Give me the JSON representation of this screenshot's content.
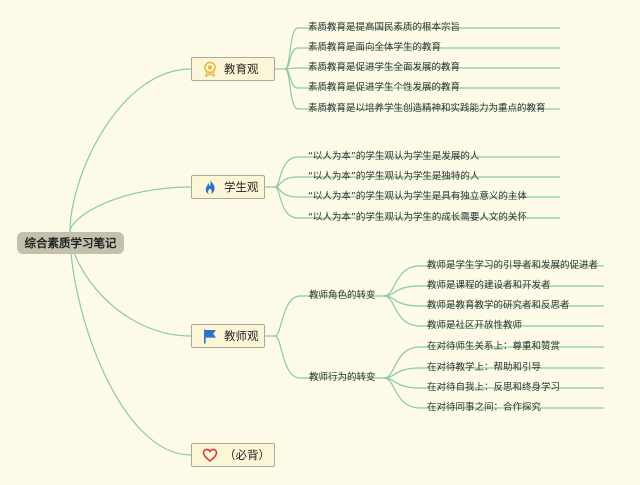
{
  "root": {
    "label": "综合素质学习笔记"
  },
  "branches": [
    {
      "label": "教育观",
      "icon": "award-badge-icon",
      "items": [
        "素质教育是提高国民素质的根本宗旨",
        "素质教育是面向全体学生的教育",
        "素质教育是促进学生全面发展的教育",
        "素质教育是促进学生个性发展的教育",
        "素质教育是以培养学生创造精神和实践能力为重点的教育"
      ]
    },
    {
      "label": "学生观",
      "icon": "flame-icon",
      "items": [
        "“以人为本”的学生观认为学生是发展的人",
        "“以人为本”的学生观认为学生是独特的人",
        "“以人为本”的学生观认为学生是具有独立意义的主体",
        "“以人为本”的学生观认为学生的成长需要人文的关怀"
      ]
    },
    {
      "label": "教师观",
      "icon": "flag-icon",
      "subgroups": [
        {
          "label": "教师角色的转变",
          "items": [
            "教师是学生学习的引导者和发展的促进者",
            "教师是课程的建设者和开发者",
            "教师是教育教学的研究者和反思者",
            "教师是社区开放性教师"
          ]
        },
        {
          "label": "教师行为的转变",
          "items": [
            "在对待师生关系上：尊重和赞赏",
            "在对待教学上：帮助和引导",
            "在对待自我上：反思和终身学习",
            "在对待同事之间：合作探究"
          ]
        }
      ]
    },
    {
      "label": "（必背）",
      "icon": "heart-icon"
    }
  ],
  "colors": {
    "background": "#fdfbe8",
    "connector": "#8cc9a6",
    "root_fill": "#c3c1ad",
    "node_border": "#aaa896",
    "node_fill": "#fbf6d8",
    "icon_badge": "#e8b93c",
    "icon_flame": "#2b72c9",
    "icon_flag": "#2b72c9",
    "icon_heart": "#d9383b"
  }
}
